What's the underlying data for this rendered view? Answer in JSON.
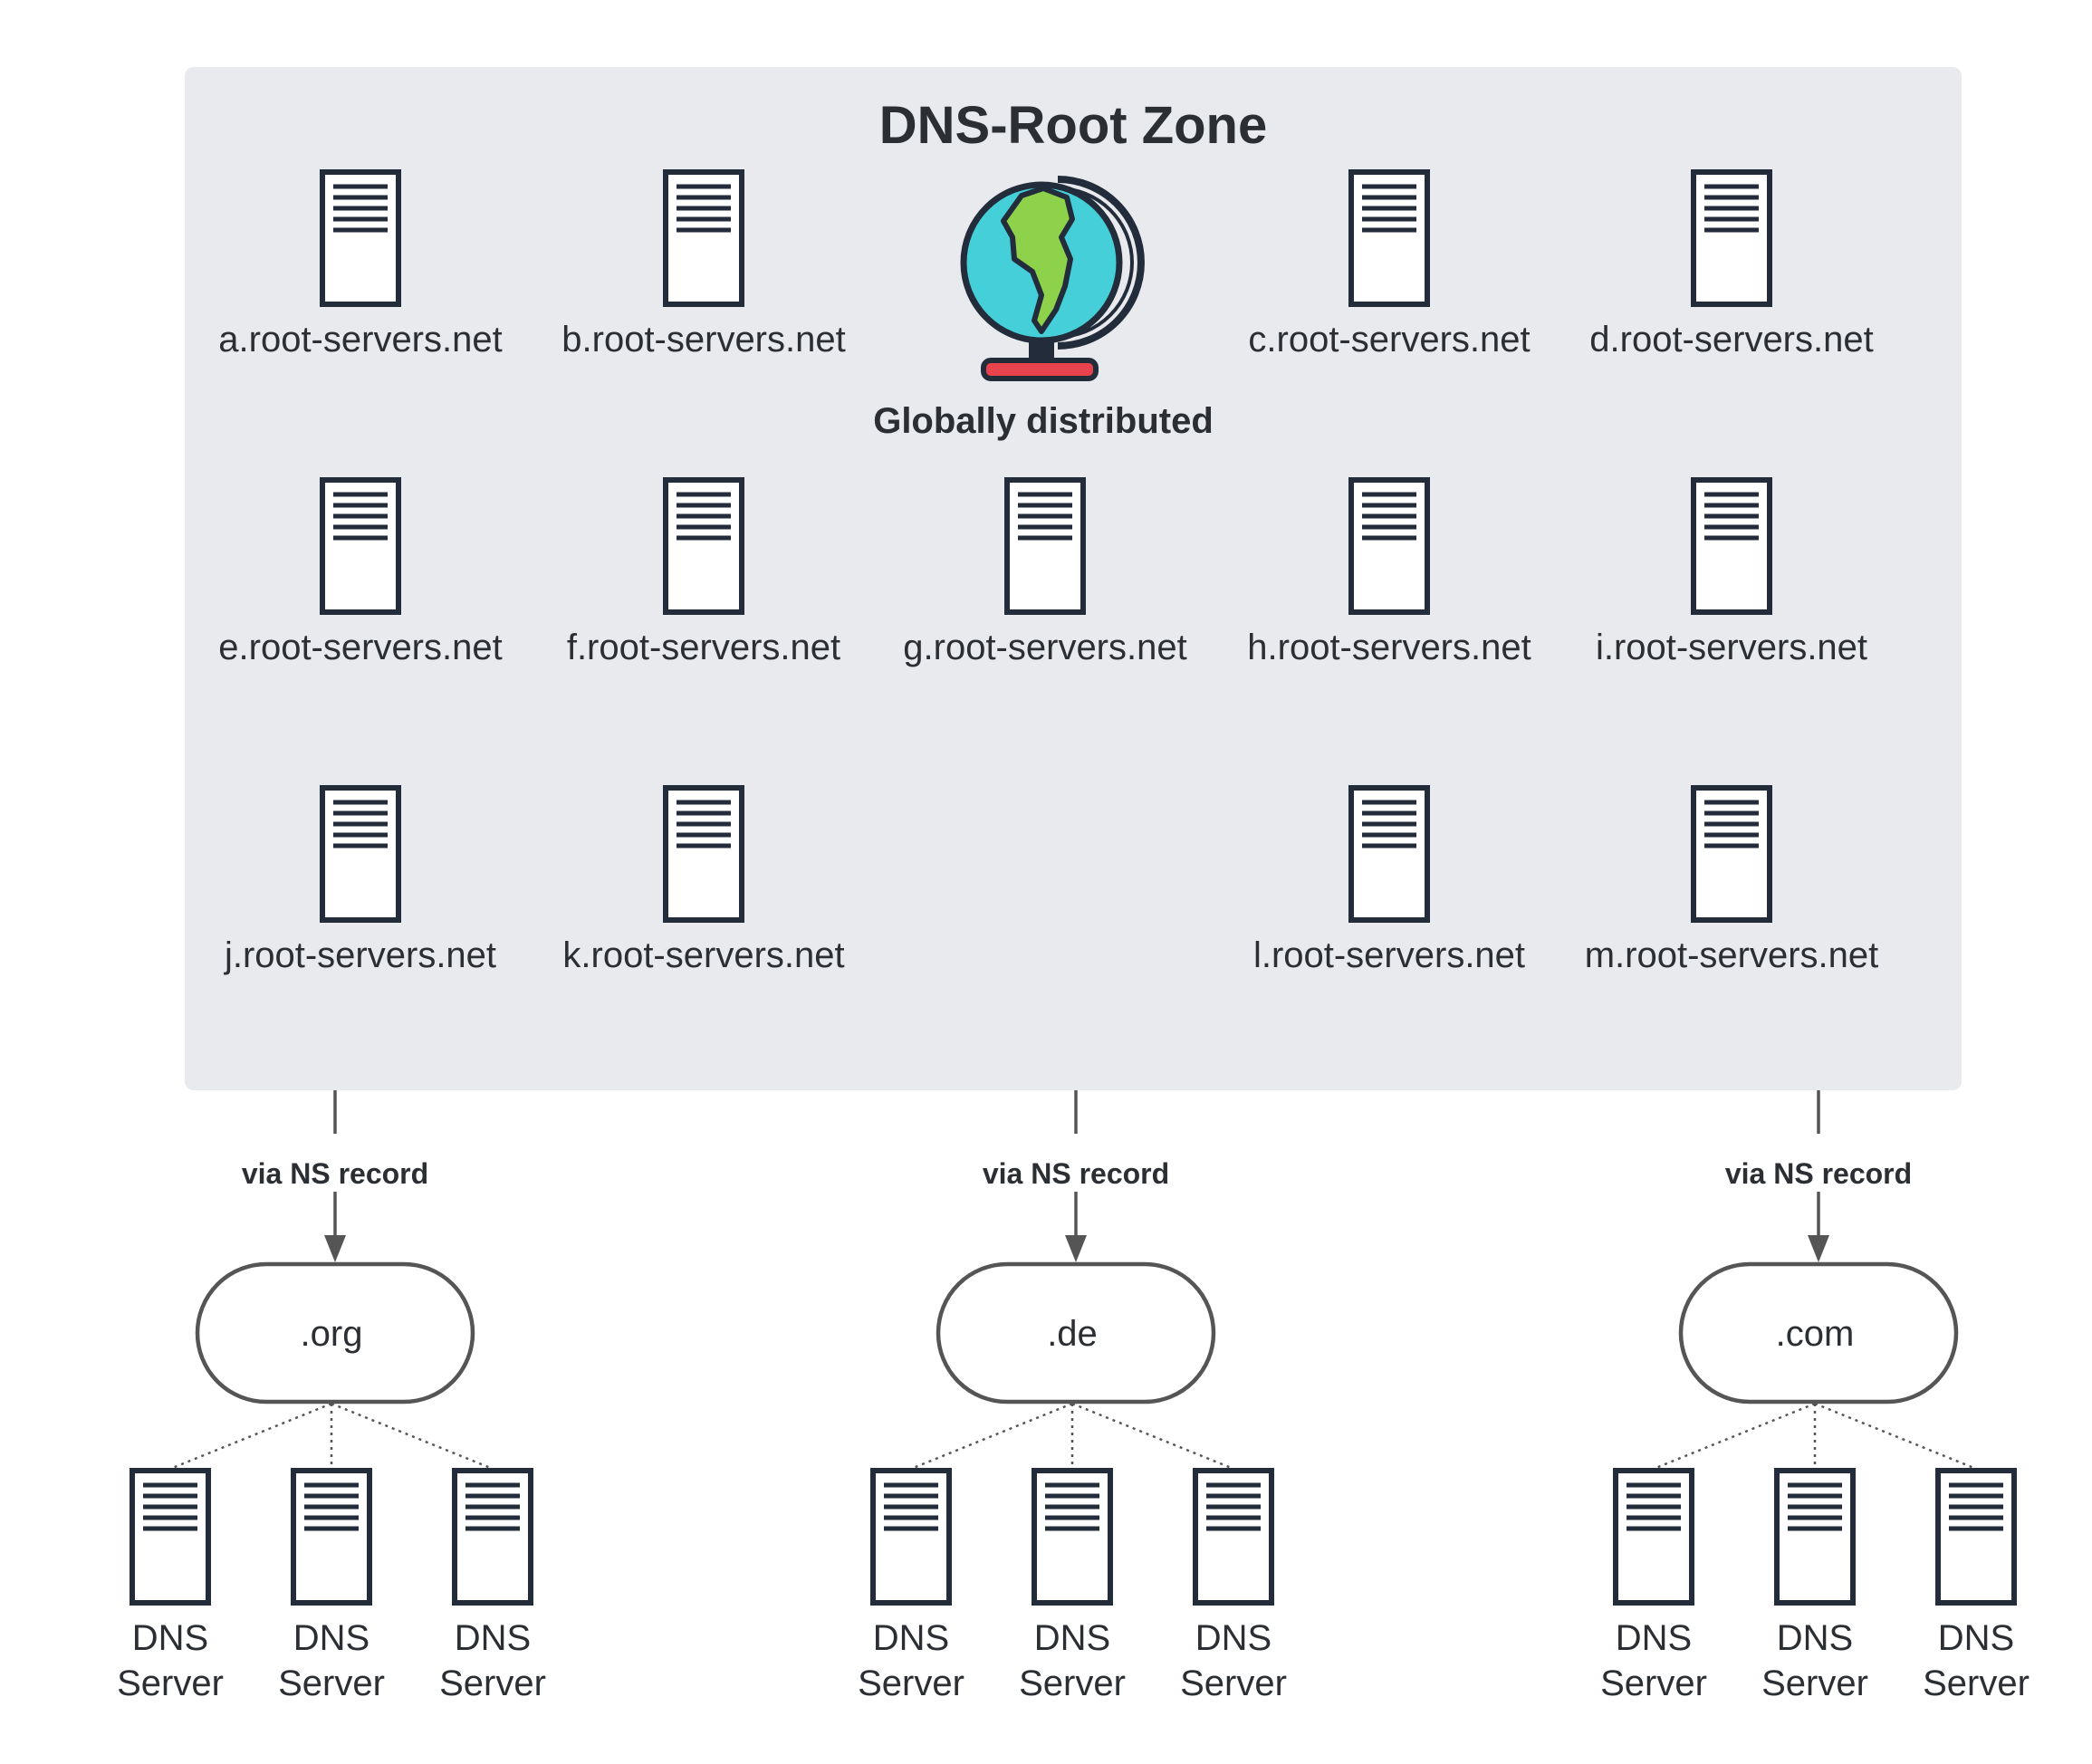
{
  "zone": {
    "title": "DNS-Root Zone",
    "globe_caption": "Globally distributed"
  },
  "root_servers": [
    "a.root-servers.net",
    "b.root-servers.net",
    "c.root-servers.net",
    "d.root-servers.net",
    "e.root-servers.net",
    "f.root-servers.net",
    "g.root-servers.net",
    "h.root-servers.net",
    "i.root-servers.net",
    "j.root-servers.net",
    "k.root-servers.net",
    "l.root-servers.net",
    "m.root-servers.net"
  ],
  "edge_label": "via NS record",
  "tlds": [
    {
      "name": ".org",
      "servers": [
        [
          "DNS",
          "Server"
        ],
        [
          "DNS",
          "Server"
        ],
        [
          "DNS",
          "Server"
        ]
      ]
    },
    {
      "name": ".de",
      "servers": [
        [
          "DNS",
          "Server"
        ],
        [
          "DNS",
          "Server"
        ],
        [
          "DNS",
          "Server"
        ]
      ]
    },
    {
      "name": ".com",
      "servers": [
        [
          "DNS",
          "Server"
        ],
        [
          "DNS",
          "Server"
        ],
        [
          "DNS",
          "Server"
        ]
      ]
    }
  ],
  "colors": {
    "zone_background": "#e9eaed",
    "icon_stroke": "#232c3b",
    "connector": "#555555",
    "globe_ocean": "#45cfd8",
    "globe_land": "#8ed14a",
    "globe_base": "#e8424c"
  },
  "icons": {
    "server": "server-icon",
    "globe": "globe-icon"
  }
}
